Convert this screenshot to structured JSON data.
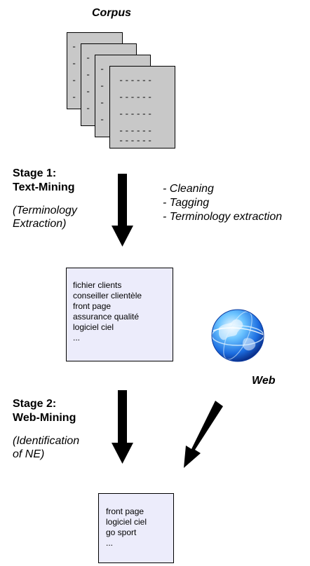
{
  "corpus": {
    "title": "Corpus",
    "dash_text": "------",
    "short_dash": "-"
  },
  "stage1": {
    "label_line1": "Stage 1:",
    "label_line2": "Text-Mining",
    "sub_line1": "(Terminology",
    "sub_line2": "Extraction)"
  },
  "steps": [
    "- Cleaning",
    "- Tagging",
    "- Terminology extraction"
  ],
  "term_box": {
    "items": [
      "fichier clients",
      "conseiller clientèle",
      "front page",
      "assurance qualité",
      "logiciel ciel",
      "..."
    ]
  },
  "web": {
    "label": "Web"
  },
  "stage2": {
    "label_line1": "Stage 2:",
    "label_line2": "Web-Mining",
    "sub_line1": "(Identification",
    "sub_line2": "of NE)"
  },
  "ne_box": {
    "items": [
      "front page",
      "logiciel ciel",
      "go sport",
      "..."
    ]
  },
  "colors": {
    "page": "#c8c8c8",
    "box": "#ececfb",
    "arrow": "#000000"
  }
}
